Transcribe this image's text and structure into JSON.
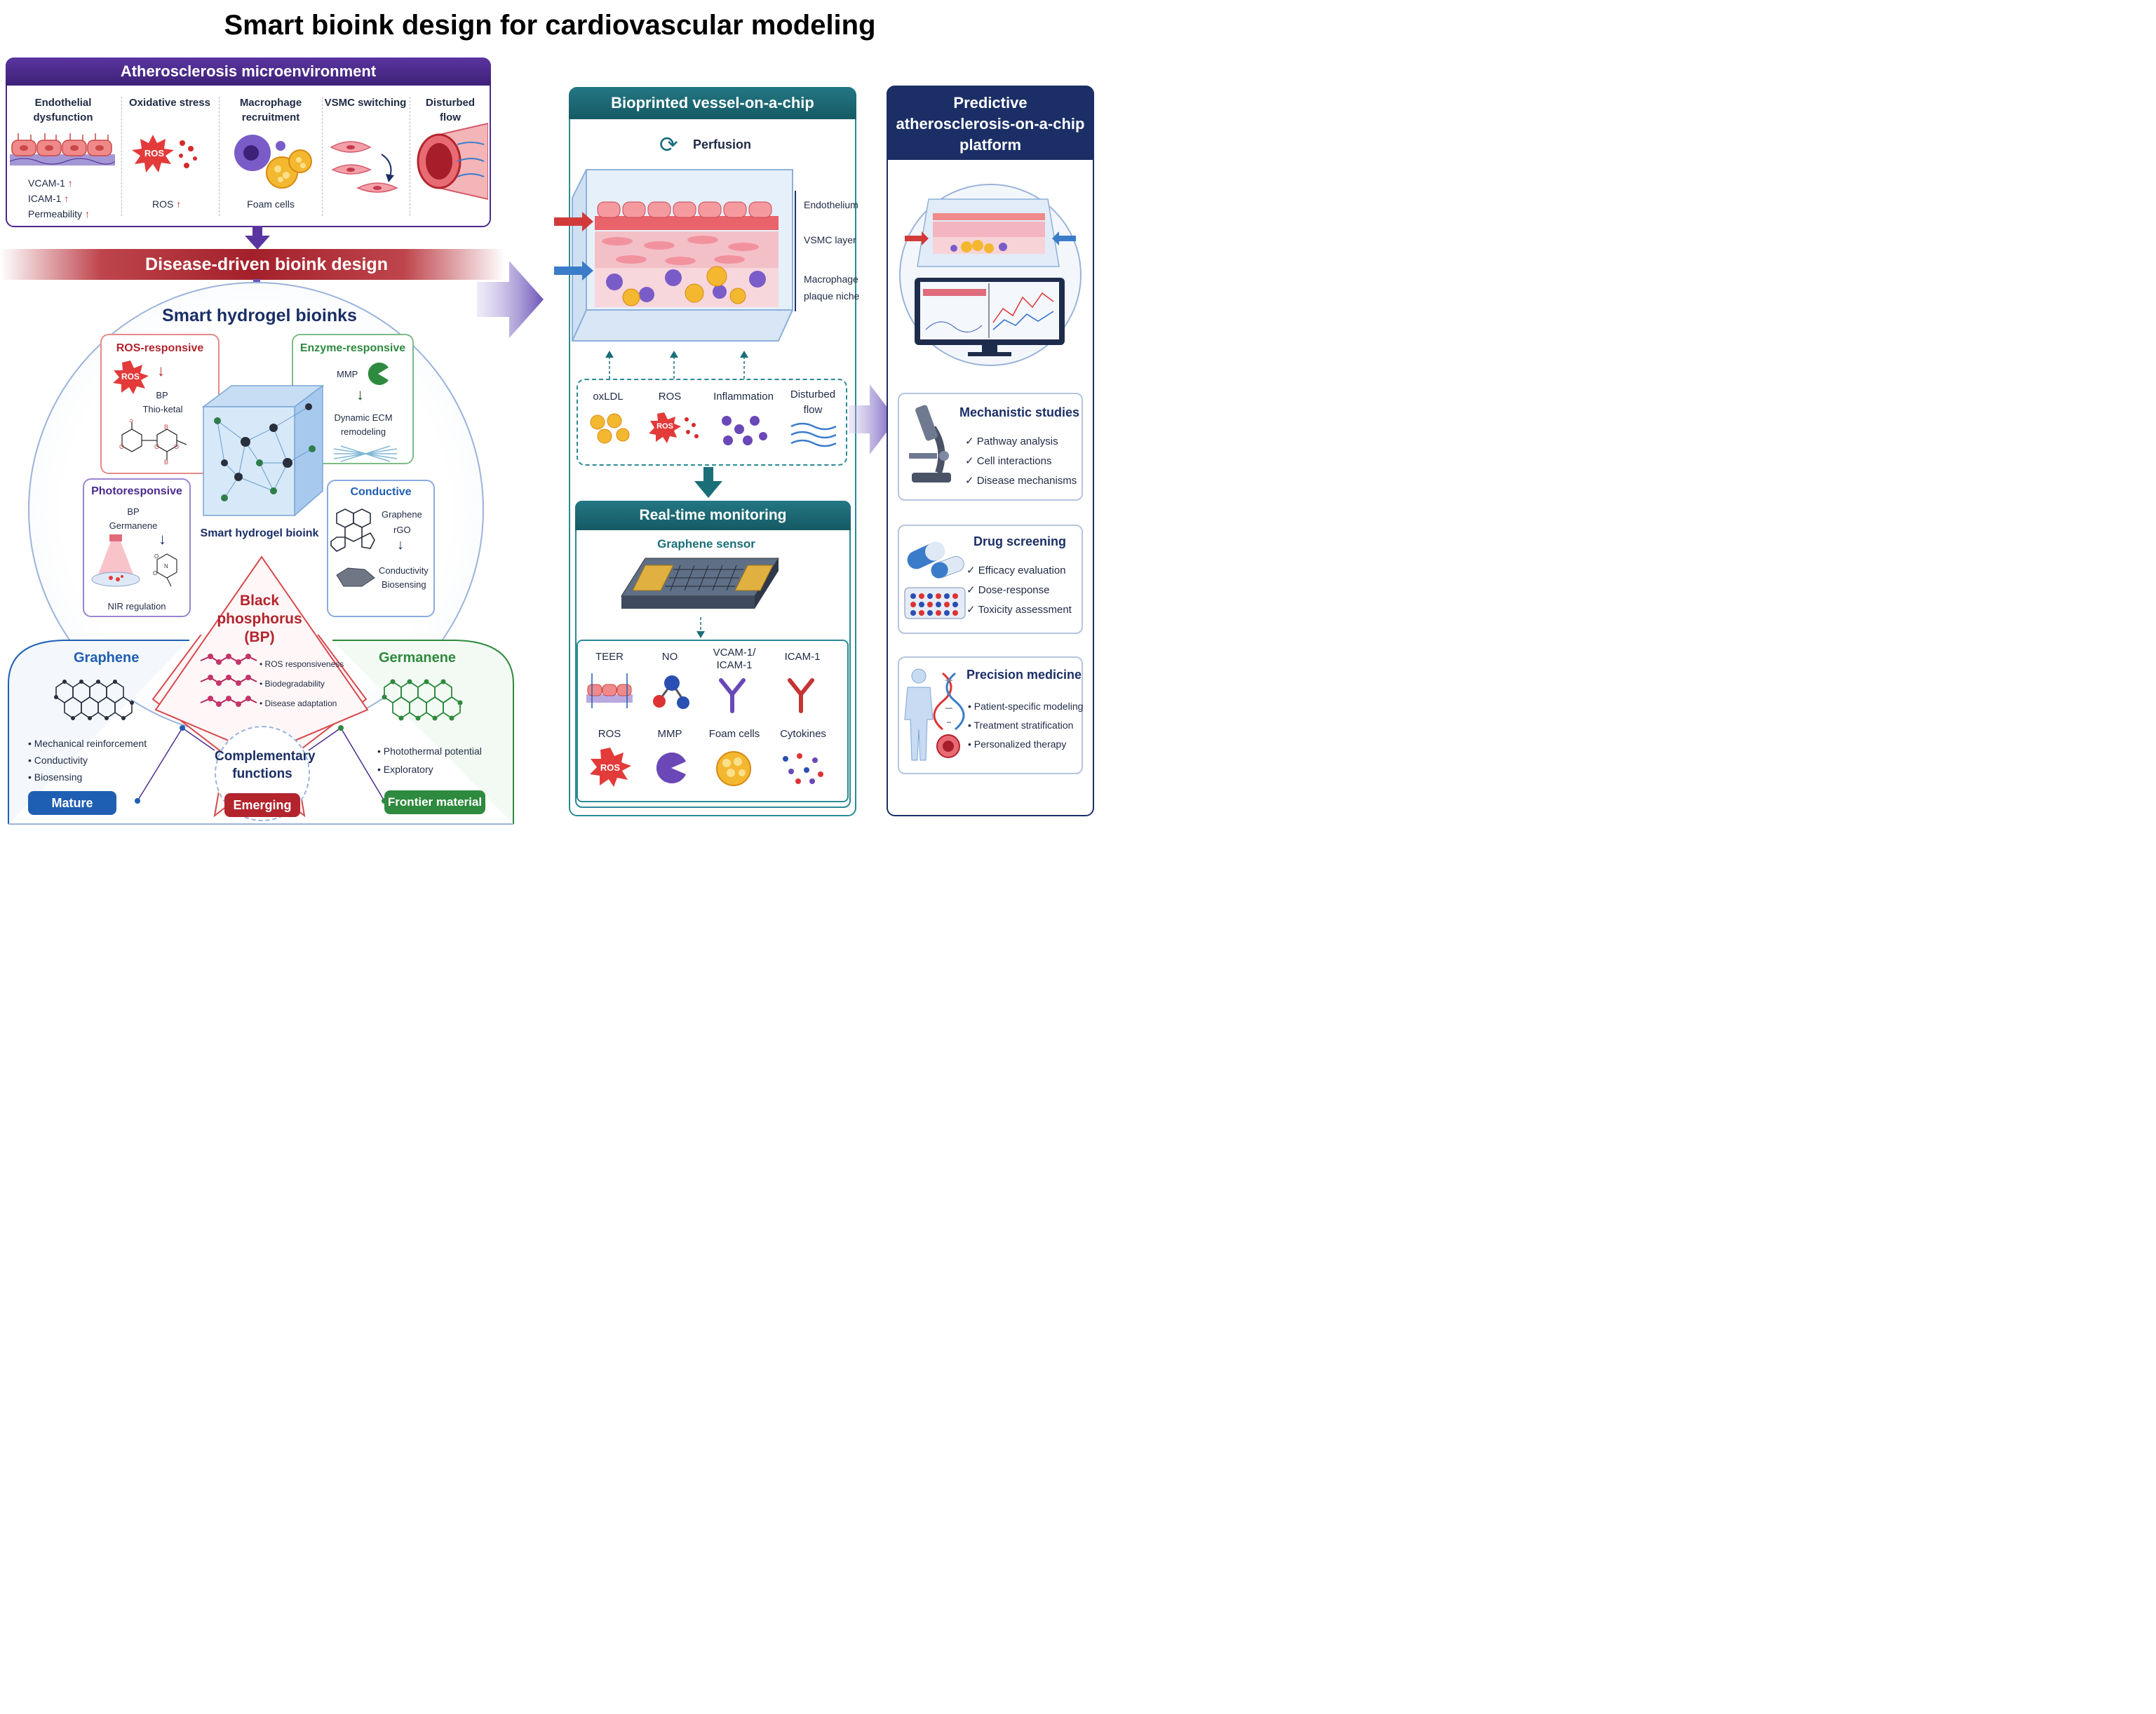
{
  "title": "Smart bioink design for cardiovascular modeling",
  "micro": {
    "header": "Atherosclerosis microenvironment",
    "cols": [
      {
        "title": "Endothelial dysfunction",
        "items": [
          "VCAM-1",
          "ICAM-1",
          "Permeability"
        ]
      },
      {
        "title": "Oxidative stress",
        "badge": "ROS",
        "items": [
          "ROS"
        ]
      },
      {
        "title": "Macrophage recruitment",
        "items": [
          "Foam cells"
        ]
      },
      {
        "title": "VSMC switching"
      },
      {
        "title": "Disturbed flow"
      }
    ]
  },
  "band": "Disease-driven bioink design",
  "hydrogel": {
    "title": "Smart hydrogel bioinks",
    "cube_label": "Smart hydrogel bioink",
    "ros": {
      "title": "ROS-responsive",
      "badge": "ROS",
      "l1": "BP",
      "l2": "Thio-ketal"
    },
    "enzyme": {
      "title": "Enzyme-responsive",
      "l1": "MMP",
      "l2": "Dynamic ECM",
      "l3": "remodeling"
    },
    "photo": {
      "title": "Photoresponsive",
      "l1": "BP",
      "l2": "Germanene",
      "l3": "NIR regulation"
    },
    "conductive": {
      "title": "Conductive",
      "l1": "Graphene",
      "l2": "rGO",
      "l3": "Conductivity",
      "l4": "Biosensing"
    }
  },
  "materials": {
    "graphene": {
      "title": "Graphene",
      "bullets": [
        "Mechanical reinforcement",
        "Conductivity",
        "Biosensing"
      ],
      "pill": "Mature"
    },
    "bp": {
      "title1": "Black",
      "title2": "phosphorus",
      "title3": "(BP)",
      "bullets": [
        "ROS responsiveness",
        "Biodegradability",
        "Disease adaptation"
      ],
      "pill": "Emerging"
    },
    "germanene": {
      "title": "Germanene",
      "bullets": [
        "Photothermal potential",
        "Exploratory"
      ],
      "pill": "Frontier material"
    },
    "complementary": {
      "l1": "Complementary",
      "l2": "functions"
    }
  },
  "chip": {
    "header": "Bioprinted vessel-on-a-chip",
    "perfusion": "Perfusion",
    "layers": [
      "Endothelium",
      "VSMC layer",
      "Macrophage",
      "plaque niche"
    ],
    "stimuli": [
      {
        "label": "oxLDL"
      },
      {
        "label": "ROS",
        "badge": "ROS"
      },
      {
        "label": "Inflammation"
      },
      {
        "label1": "Disturbed",
        "label2": "flow"
      }
    ]
  },
  "monitoring": {
    "header": "Real-time monitoring",
    "sensor": "Graphene sensor",
    "markers": [
      "TEER",
      "NO",
      "VCAM-1/",
      "ICAM-1",
      "ICAM-1",
      "ROS",
      "MMP",
      "Foam cells",
      "Cytokines"
    ],
    "ros_badge": "ROS"
  },
  "platform": {
    "header1": "Predictive",
    "header2": "atherosclerosis-on-a-chip",
    "header3": "platform",
    "mech": {
      "title": "Mechanistic studies",
      "items": [
        "Pathway analysis",
        "Cell interactions",
        "Disease mechanisms"
      ]
    },
    "drug": {
      "title": "Drug screening",
      "items": [
        "Efficacy evaluation",
        "Dose-response",
        "Toxicity assessment"
      ]
    },
    "prec": {
      "title": "Precision medicine",
      "items": [
        "Patient-specific modeling",
        "Treatment stratification",
        "Personalized therapy"
      ]
    }
  },
  "colors": {
    "purple": "#4b2a8c",
    "teal": "#1a6e78",
    "navy": "#1b2f66",
    "red": "#b3242d",
    "blue": "#1f5fb3",
    "green": "#2e8a3e"
  }
}
